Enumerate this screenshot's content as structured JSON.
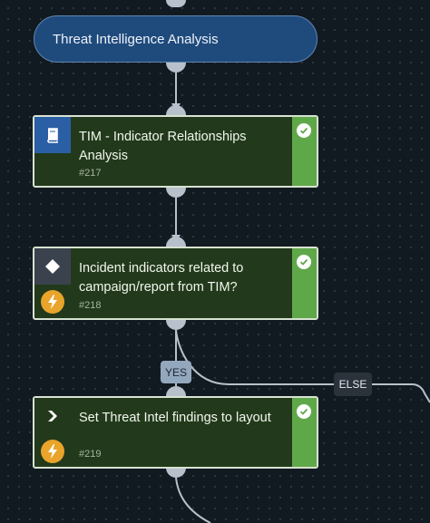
{
  "section": {
    "title": "Threat Intelligence Analysis"
  },
  "tasks": [
    {
      "title": "TIM - Indicator Relationships Analysis",
      "number": "#217",
      "type_icon": "playbook-book-icon",
      "status": "completed"
    },
    {
      "title": "Incident indicators related to campaign/report from TIM?",
      "number": "#218",
      "type_icon": "condition-diamond-icon",
      "automated_icon": "lightning-icon",
      "status": "completed"
    },
    {
      "title": "Set Threat Intel findings to layout",
      "number": "#219",
      "type_icon": "chevron-right-icon",
      "automated_icon": "lightning-icon",
      "status": "completed"
    }
  ],
  "branches": {
    "yes": "YES",
    "else": "ELSE"
  },
  "colors": {
    "canvas": "#121a21",
    "section_fill": "#1f4a7c",
    "task_fill": "#223a1b",
    "status_completed": "#5fa84a",
    "playbook_icon_bg": "#2b5fa5",
    "condition_icon_bg": "#3a434d",
    "automation_bolt": "#e9a42b",
    "edge": "#b7c1cb"
  }
}
